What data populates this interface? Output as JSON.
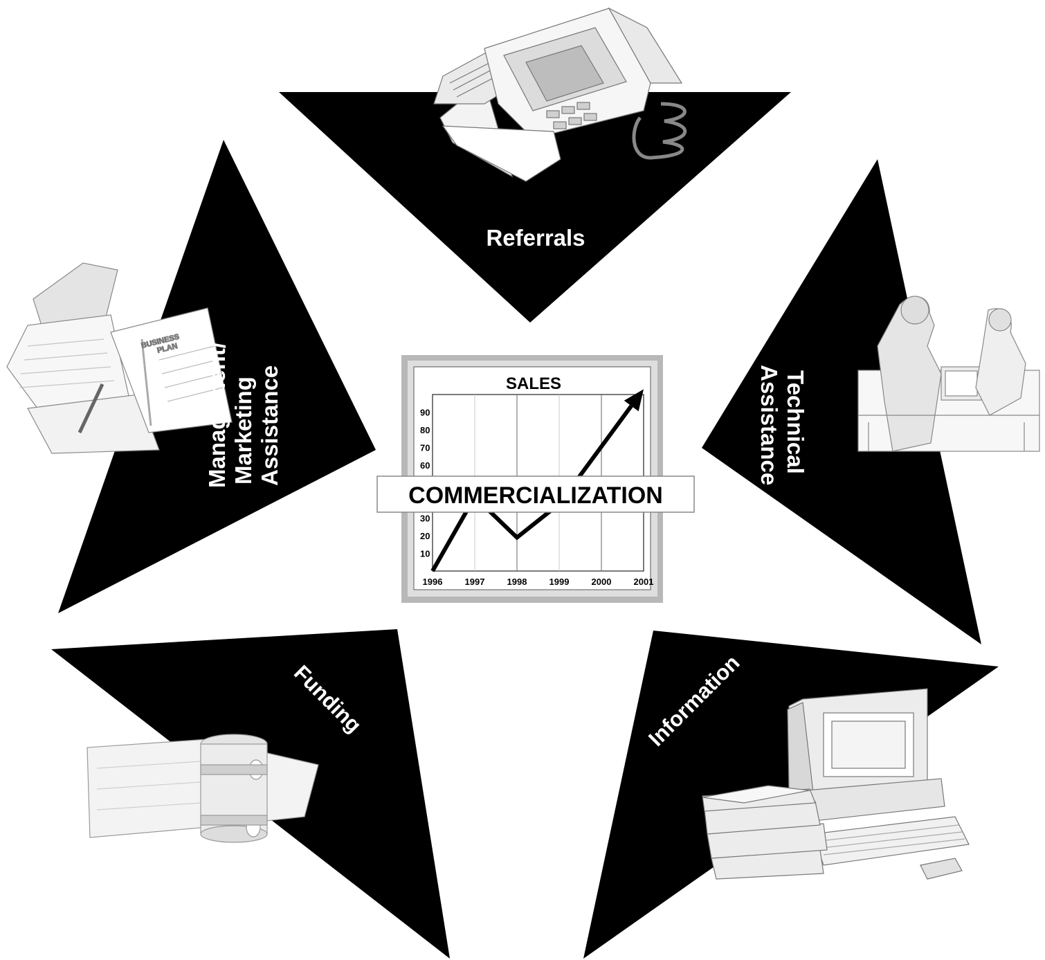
{
  "center_label": "COMMERCIALIZATION",
  "sectors": {
    "referrals": "Referrals",
    "technical": [
      "Technical",
      "Assistance"
    ],
    "information": "Information",
    "funding": "Funding",
    "management": [
      "Management/",
      "Marketing",
      "Assistance"
    ]
  },
  "illustrations": {
    "referrals": "telephone-icon",
    "technical": "workers-at-computer-icon",
    "information": "computer-and-books-icon",
    "funding": "money-roll-icon",
    "management": "business-plan-binder-icon",
    "business_plan_label": [
      "BUSINESS",
      "PLAN"
    ]
  },
  "chart_data": {
    "type": "line",
    "title": "SALES",
    "x": [
      "1996",
      "1997",
      "1998",
      "1999",
      "2000",
      "2001"
    ],
    "y_ticks": [
      "10",
      "20",
      "30",
      "60",
      "70",
      "80",
      "90"
    ],
    "ylim": [
      0,
      100
    ],
    "series": [
      {
        "values": [
          [
            1996,
            0
          ],
          [
            1997,
            42
          ],
          [
            1998,
            19
          ],
          [
            1999,
            38
          ],
          [
            2001,
            103
          ]
        ]
      }
    ],
    "grid": true,
    "arrow_end": true
  },
  "colors": {
    "shape": "#000000",
    "background": "#ffffff",
    "frame": "#b8b8b8",
    "label": "#ffffff"
  }
}
